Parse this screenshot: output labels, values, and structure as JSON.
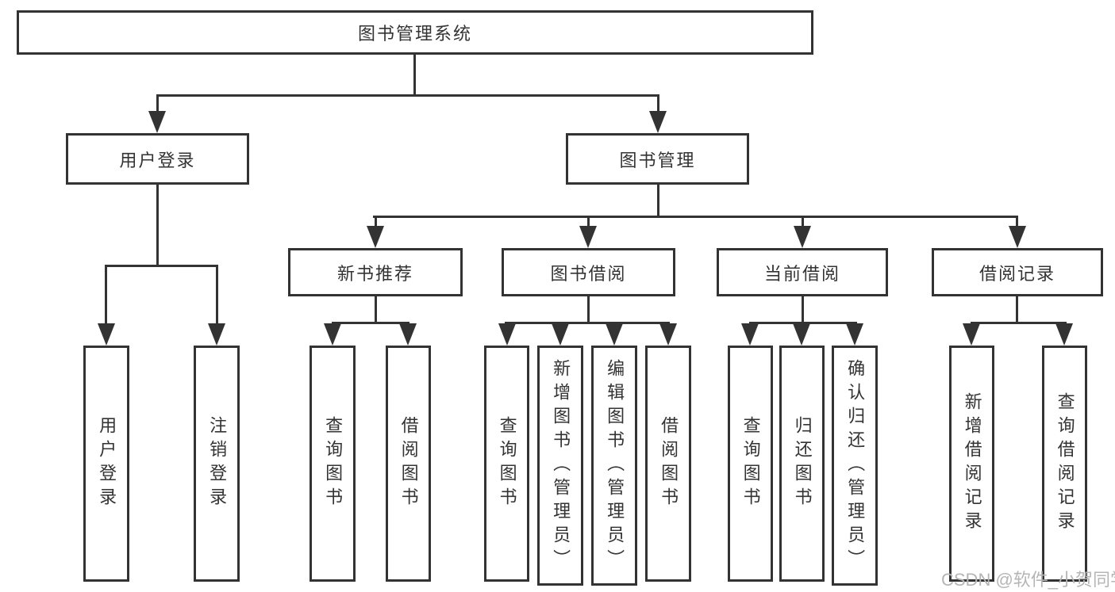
{
  "diagram": {
    "root": {
      "label": "图书管理系统"
    },
    "login_branch": {
      "label": "用户登录",
      "leaves": [
        "用户登录",
        "注销登录"
      ]
    },
    "management_branch": {
      "label": "图书管理",
      "children": [
        {
          "label": "新书推荐",
          "leaves": [
            "查询图书",
            "借阅图书"
          ]
        },
        {
          "label": "图书借阅",
          "leaves": [
            "查询图书",
            "新增图书（管理员）",
            "编辑图书（管理员）",
            "借阅图书"
          ]
        },
        {
          "label": "当前借阅",
          "leaves": [
            "查询图书",
            "归还图书",
            "确认归还（管理员）"
          ]
        },
        {
          "label": "借阅记录",
          "leaves": [
            "新增借阅记录",
            "查询借阅记录"
          ]
        }
      ]
    }
  },
  "watermark": {
    "text": "CSDN @软件_小贺同学"
  },
  "colors": {
    "line": "#333333",
    "text": "#333333",
    "watermark": "#b5b5b5",
    "background": "#ffffff"
  }
}
